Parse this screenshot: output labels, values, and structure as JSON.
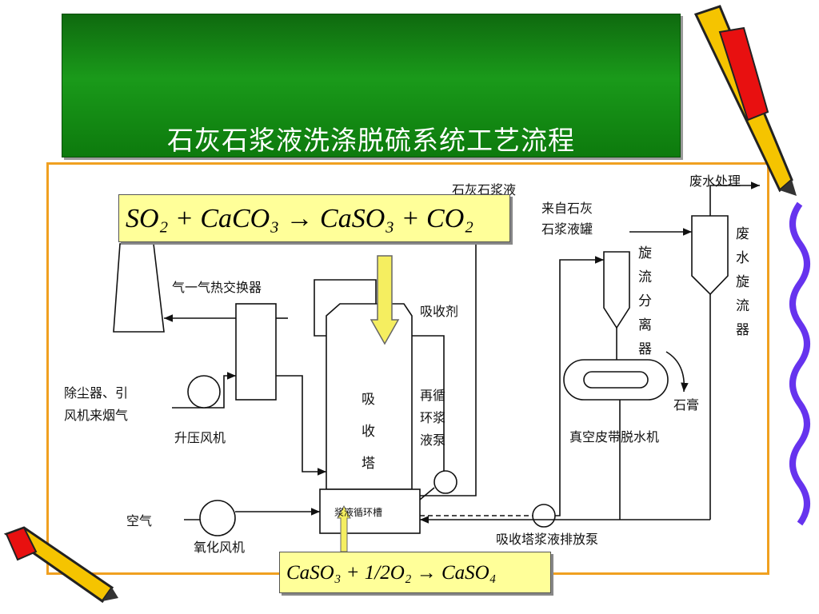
{
  "title": "石灰石浆液洗涤脱硫系统工艺流程",
  "equations": {
    "top": "SO₂ + CaCO₃ → CaSO₃ + CO₂",
    "bottom": "CaSO₃ + 1/2O₂ → CaSO₄"
  },
  "labels": {
    "heat_exchanger": "气一气热交换器",
    "dust_source": "除尘器、引",
    "dust_source_2": "风机来烟气",
    "booster_fan": "升压风机",
    "air": "空气",
    "oxidation_fan": "氧化风机",
    "absorber": [
      "吸",
      "收",
      "塔"
    ],
    "absorbent": "吸收剂",
    "recirc_pump": [
      "再循",
      "环浆",
      "液泵"
    ],
    "slurry_tank": "浆液循环槽",
    "limestone_slurry": "石灰石浆液",
    "from_tank": "来自石灰",
    "from_tank_2": "石浆液罐",
    "cyclone": [
      "旋",
      "流",
      "分",
      "离",
      "器"
    ],
    "wastewater_cyclone": [
      "废",
      "水",
      "旋",
      "流",
      "器"
    ],
    "wastewater_treatment": "废水处理",
    "gypsum": "石膏",
    "belt_filter": "真空皮带脱水机",
    "discharge_pump": "吸收塔浆液排放泵"
  },
  "colors": {
    "title_bg": "#1a9a1a",
    "frame_border": "#f0a020",
    "equation_bg": "#ffff99",
    "arrow_fill": "#f5ee60"
  }
}
